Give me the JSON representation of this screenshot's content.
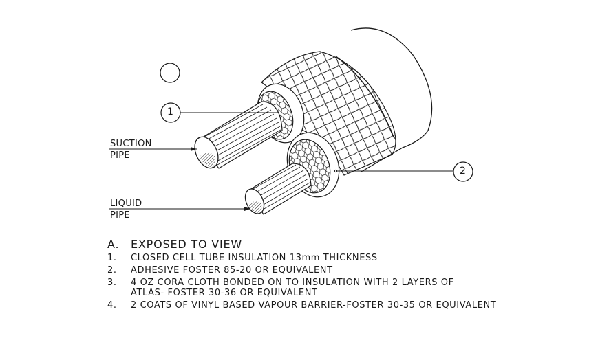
{
  "labels": {
    "suction_pipe": {
      "line1": "SUCTION",
      "line2": "PIPE"
    },
    "liquid_pipe": {
      "line1": "LIQUID",
      "line2": "PIPE"
    }
  },
  "callouts": [
    {
      "number": "1"
    },
    {
      "number": "2"
    },
    {
      "number": ""
    }
  ],
  "notes": {
    "section_letter": "A.",
    "section_title": "EXPOSED TO VIEW",
    "items": [
      {
        "number": "1.",
        "text": "CLOSED CELL TUBE INSULATION 13mm THICKNESS",
        "continuation": ""
      },
      {
        "number": "2.",
        "text": "ADHESIVE FOSTER 85-20 OR EQUIVALENT",
        "continuation": ""
      },
      {
        "number": "3.",
        "text": "4 OZ CORA CLOTH BONDED ON TO INSULATION WITH 2 LAYERS OF",
        "continuation": "ATLAS- FOSTER 30-36 OR EQUIVALENT"
      },
      {
        "number": "4.",
        "text": "2 COATS OF VINYL BASED VAPOUR BARRIER-FOSTER 30-35 OR EQUIVALENT",
        "continuation": ""
      }
    ]
  },
  "colors": {
    "line": "#1a1a1a",
    "background": "#ffffff"
  }
}
